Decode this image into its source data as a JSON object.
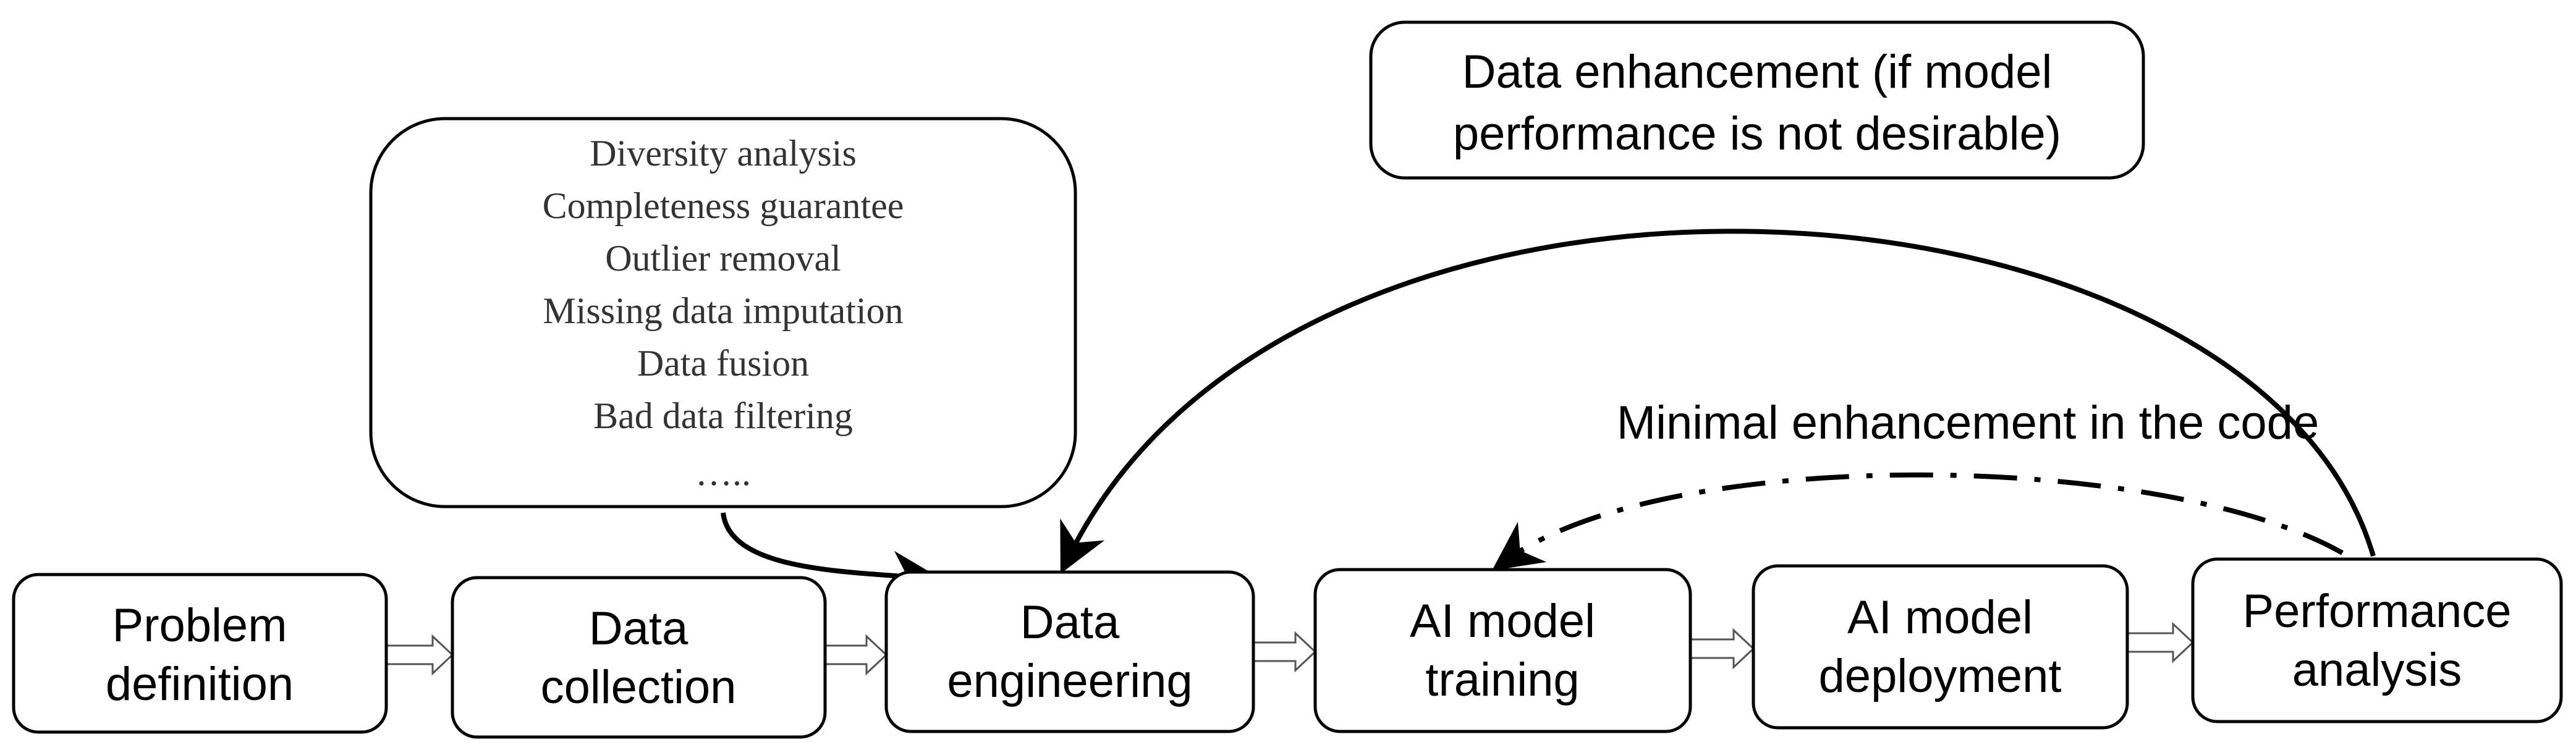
{
  "process_boxes": [
    {
      "id": "problem-definition",
      "lines": [
        "Problem",
        "definition"
      ]
    },
    {
      "id": "data-collection",
      "lines": [
        "Data",
        "collection"
      ]
    },
    {
      "id": "data-engineering",
      "lines": [
        "Data",
        "engineering"
      ]
    },
    {
      "id": "ai-model-training",
      "lines": [
        "AI model",
        "training"
      ]
    },
    {
      "id": "ai-model-deployment",
      "lines": [
        "AI model",
        "deployment"
      ]
    },
    {
      "id": "performance-analysis",
      "lines": [
        "Performance",
        "analysis"
      ]
    }
  ],
  "engineering_tasks": {
    "items": [
      "Diversity  analysis",
      "Completeness guarantee",
      "Outlier removal",
      "Missing data imputation",
      "Data fusion",
      "Bad data filtering",
      "….."
    ]
  },
  "data_enhancement": {
    "lines": [
      "Data enhancement (if model",
      "performance is not desirable)"
    ]
  },
  "minimal_enhancement": {
    "label": "Minimal enhancement in the code"
  }
}
